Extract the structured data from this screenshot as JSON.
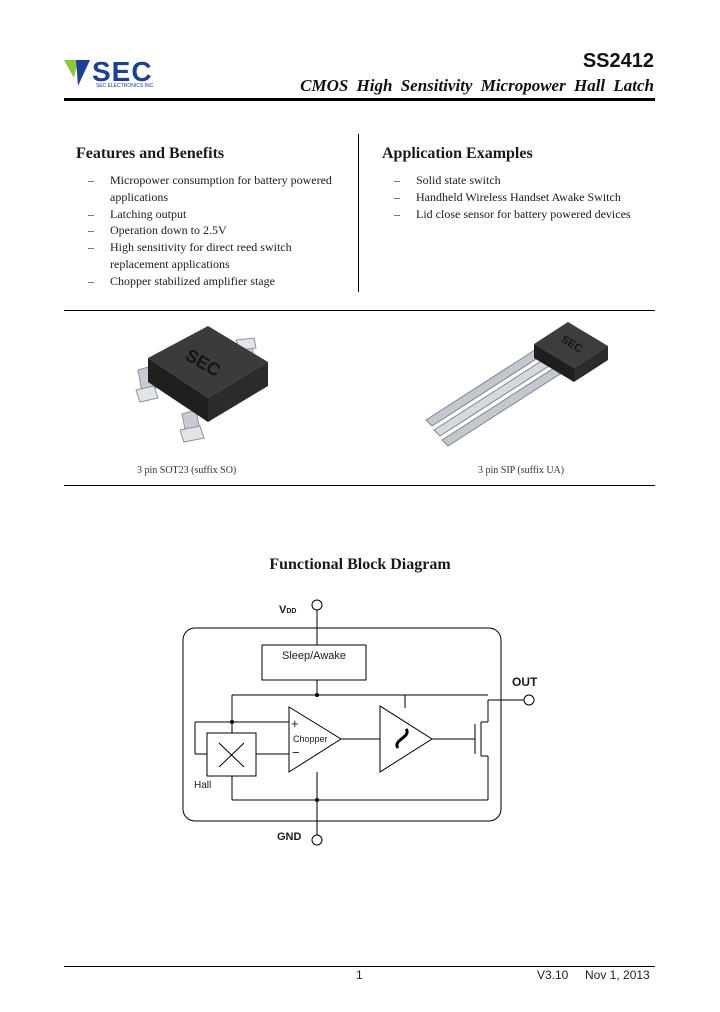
{
  "header": {
    "logo_name": "SEC",
    "logo_tagline": "SEC ELECTRONICS INC.",
    "part_number": "SS2412",
    "subtitle": "CMOS High Sensitivity Micropower Hall Latch"
  },
  "features": {
    "title": "Features and Benefits",
    "items": [
      "Micropower consumption for battery powered applications",
      "Latching output",
      "Operation down to 2.5V",
      "High sensitivity for direct reed switch replacement applications",
      "Chopper stabilized amplifier stage"
    ]
  },
  "applications": {
    "title": "Application Examples",
    "items": [
      "Solid state switch",
      "Handheld Wireless Handset Awake Switch",
      "Lid close sensor for battery powered devices"
    ]
  },
  "packages": {
    "so_caption": "3 pin SOT23 (suffix SO)",
    "ua_caption": "3 pin SIP (suffix UA)",
    "mark": "SEC"
  },
  "diagram": {
    "title": "Functional Block Diagram",
    "vdd_main": "V",
    "vdd_sub": "DD",
    "gnd": "GND",
    "out": "OUT",
    "sleep_awake": "Sleep/Awake",
    "chopper": "Chopper",
    "hall": "Hall",
    "plus": "+",
    "minus": "−"
  },
  "footer": {
    "page": "1",
    "version": "V3.10",
    "date": "Nov 1, 2013"
  },
  "colors": {
    "logo_blue": "#1c3f8f",
    "logo_green": "#8cc63f",
    "chip_body": "#2a2a2a",
    "pin_gray": "#b8bcc4"
  }
}
